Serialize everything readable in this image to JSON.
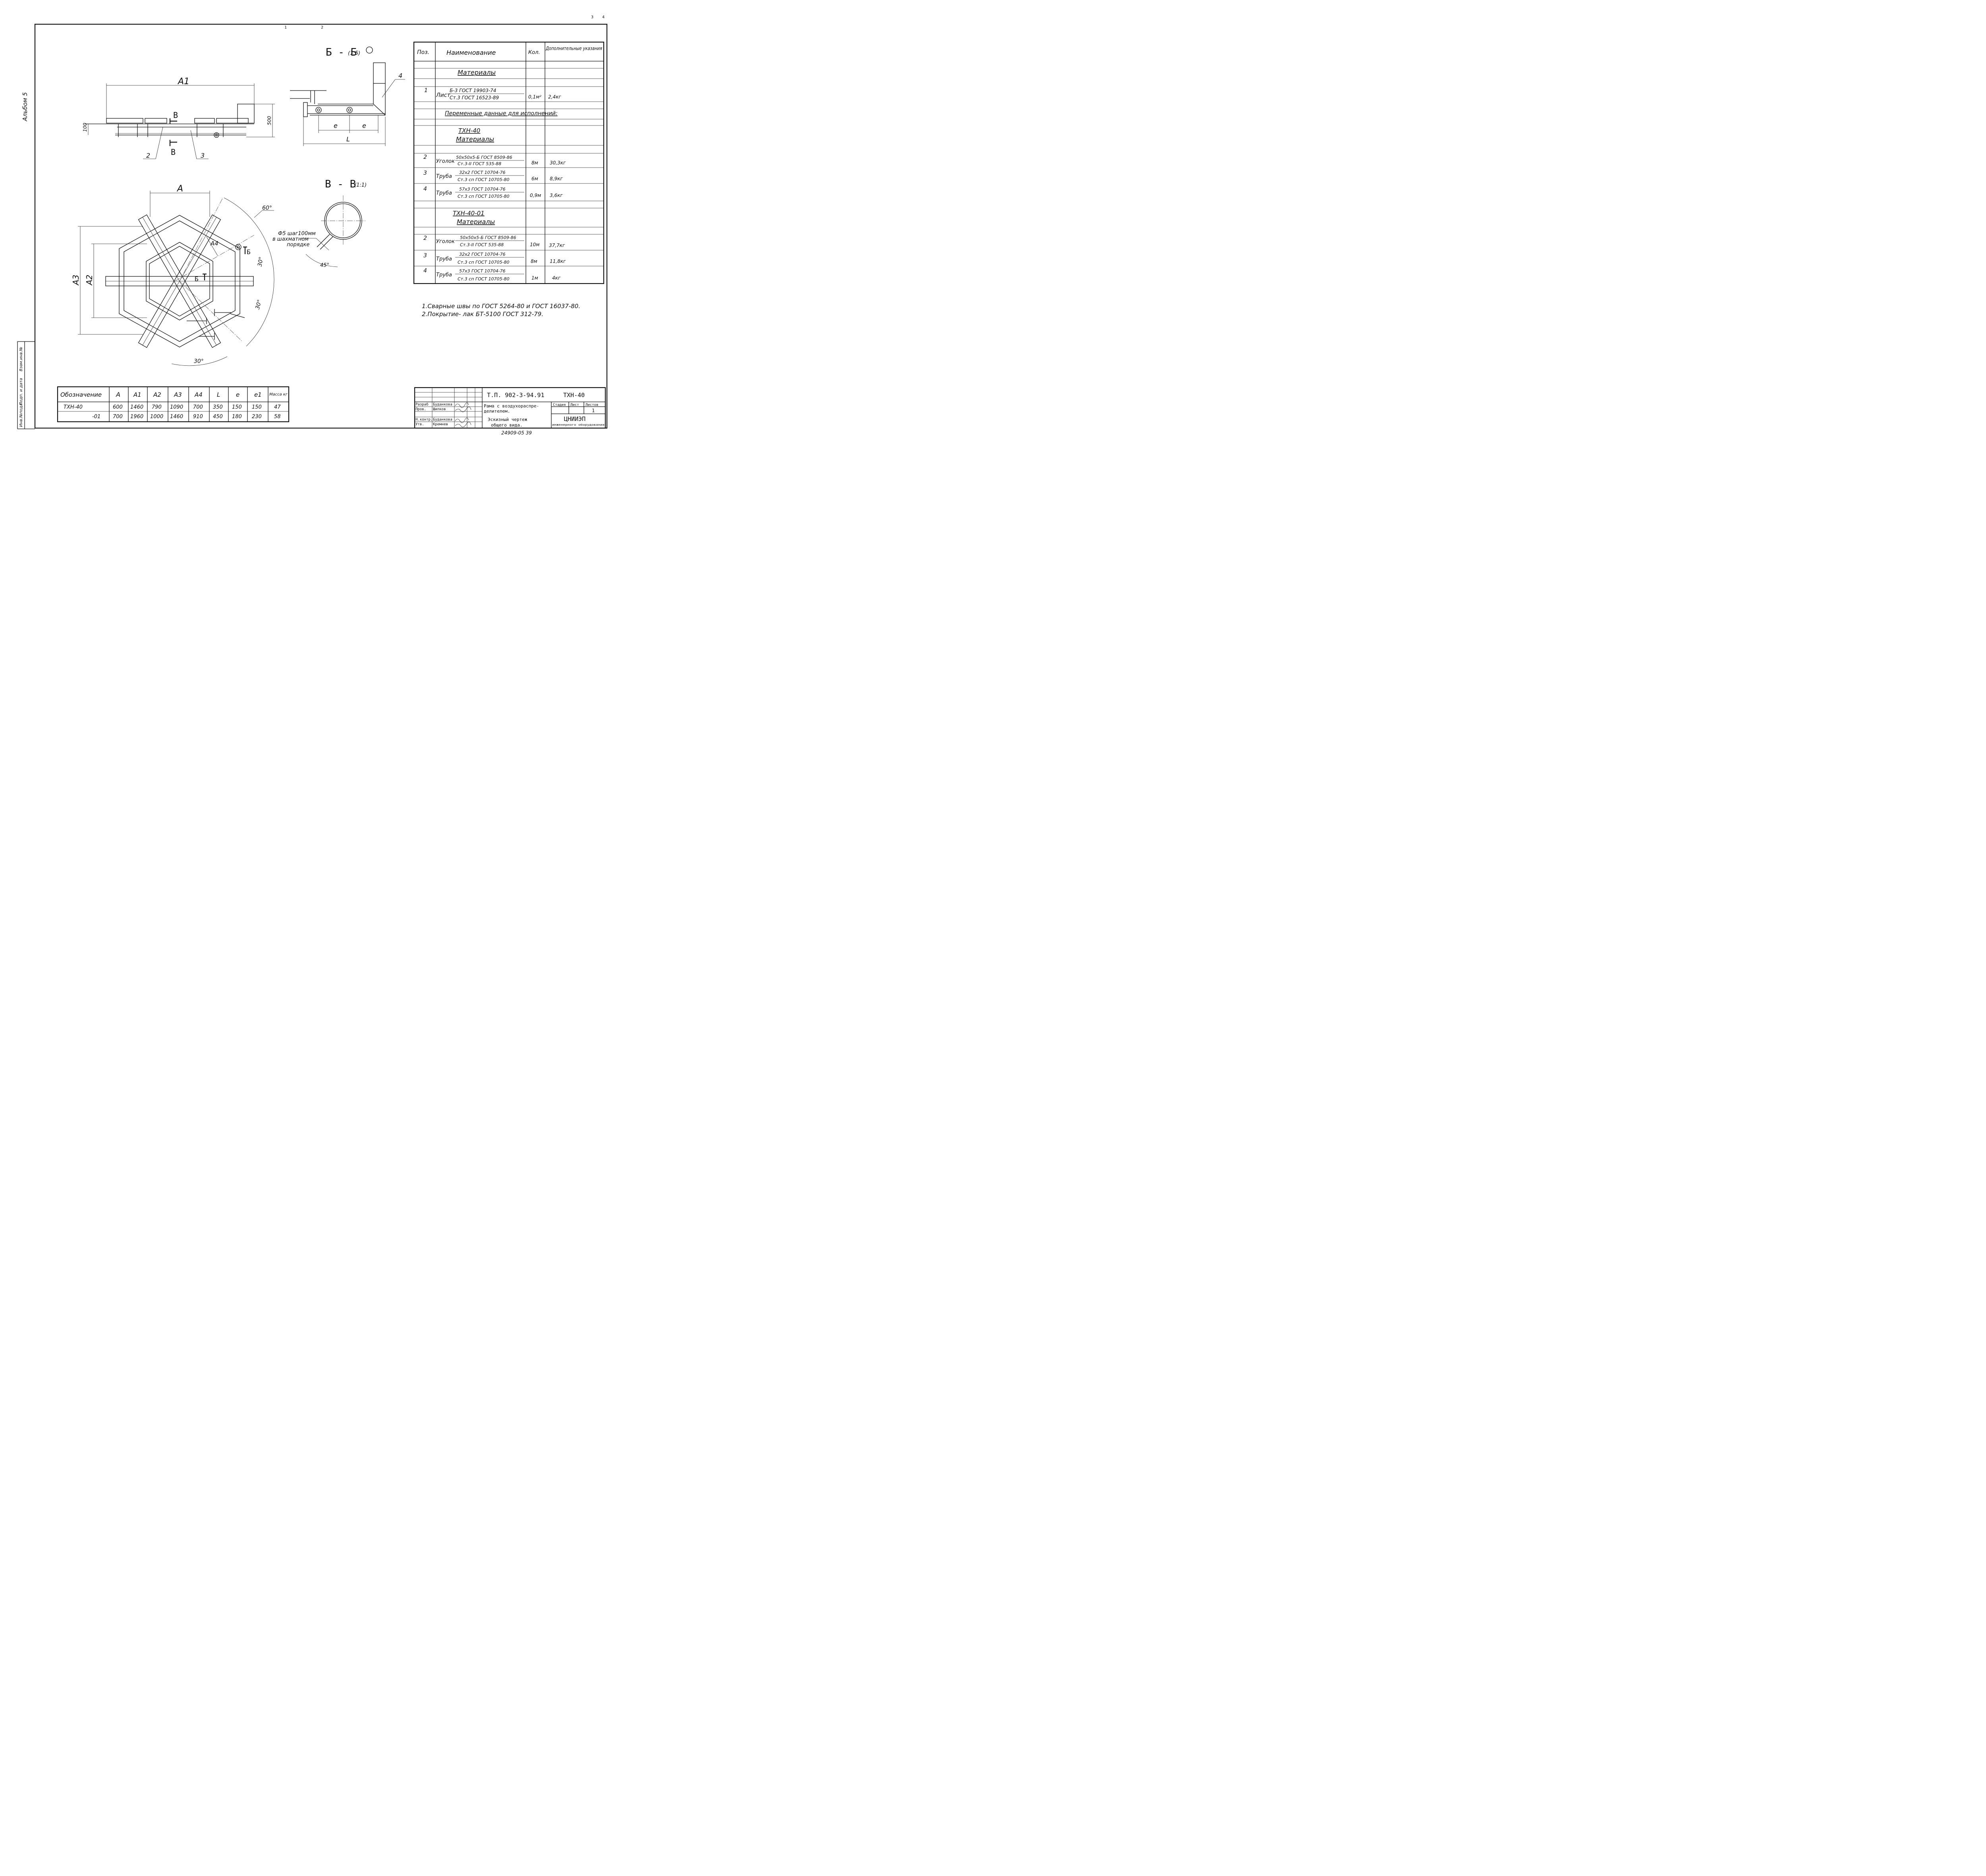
{
  "album_label": "Альбом 5",
  "side_strip": [
    "Инв.№подл.",
    "Подп. и дата",
    "Взам.инв.№"
  ],
  "drawing": {
    "callouts": [
      "1",
      "2",
      "3",
      "4"
    ],
    "top_view": {
      "dim_A1": "A1",
      "dim_100": "100",
      "dim_500": "500",
      "section_mark": "В",
      "pos_2": "2",
      "pos_3": "3"
    },
    "section_bb": {
      "title": "Б - Б",
      "scale": "(1:5)",
      "pos_4": "4",
      "dim_e1": "e",
      "dim_e2": "e",
      "dim_L": "L"
    },
    "section_vv": {
      "title": "В - В",
      "scale": "(1:1)",
      "note_line1": "Ф5 шаг100мм",
      "note_line2": "в шахматном",
      "note_line3": "порядке",
      "angle_45": "45°"
    },
    "plan_view": {
      "dim_A": "A",
      "dim_A2": "A2",
      "dim_A3": "A3",
      "dim_A4": "A4",
      "angle_60": "60°",
      "angle_30a": "30°",
      "angle_30b": "30°",
      "angle_30c": "30°",
      "section_b": "Б"
    }
  },
  "spec_table": {
    "headers": [
      "Поз.",
      "Наименование",
      "Кол.",
      "Дополнительные указания"
    ],
    "section_materials": "Материалы",
    "rows_main": [
      {
        "pos": "1",
        "name": "Лист",
        "line1": "Б-3 ГОСТ 19903-74",
        "line2": "Ст.3 ГОСТ 16523-89",
        "qty": "0,1м²",
        "note": "2,4кг"
      }
    ],
    "variable_header": "Переменные данные для исполнений:",
    "variant1": {
      "title": "ТХН-40",
      "materials": "Материалы",
      "rows": [
        {
          "pos": "2",
          "name": "Уголок",
          "line1": "50х50х5-Б ГОСТ 8509-86",
          "line2": "Ст.3-II ГОСТ 535-88",
          "qty": "8м",
          "note": "30,3кг"
        },
        {
          "pos": "3",
          "name": "Труба",
          "line1": "32х2 ГОСТ 10704-76",
          "line2": "Ст.3 сп ГОСТ 10705-80",
          "qty": "6м",
          "note": "8,9кг"
        },
        {
          "pos": "4",
          "name": "Труба",
          "line1": "57х3 ГОСТ 10704-76",
          "line2": "Ст.3 сп ГОСТ 10705-80",
          "qty": "0,9м",
          "note": "3,6кг"
        }
      ]
    },
    "variant2": {
      "title": "ТХН-40-01",
      "materials": "Материалы",
      "rows": [
        {
          "pos": "2",
          "name": "Уголок",
          "line1": "50х50х5-Б ГОСТ 8509-86",
          "line2": "Ст.3-II ГОСТ 535-88",
          "qty": "10м",
          "note": "37,7кг"
        },
        {
          "pos": "3",
          "name": "Труба",
          "line1": "32х2 ГОСТ 10704-76",
          "line2": "Ст.3 сп ГОСТ 10705-80",
          "qty": "8м",
          "note": "11,8кг"
        },
        {
          "pos": "4",
          "name": "Труба",
          "line1": "57х3 ГОСТ 10704-76",
          "line2": "Ст.3 сп ГОСТ 10705-80",
          "qty": "1м",
          "note": "4кг"
        }
      ]
    }
  },
  "notes": [
    "1.Сварные швы по ГОСТ 5264-80 и ГОСТ 16037-80.",
    "2.Покрытие- лак БТ-5100 ГОСТ 312-79."
  ],
  "dim_table": {
    "headers": [
      "Обозначение",
      "A",
      "A1",
      "A2",
      "A3",
      "A4",
      "L",
      "e",
      "e1",
      "Масса кг"
    ],
    "rows": [
      [
        "ТХН-40",
        "600",
        "1460",
        "790",
        "1090",
        "700",
        "350",
        "150",
        "150",
        "47"
      ],
      [
        "-01",
        "700",
        "1960",
        "1000",
        "1460",
        "910",
        "450",
        "180",
        "230",
        "58"
      ]
    ]
  },
  "title_block": {
    "doc_number": "Т.П. 902-3-94.91",
    "product": "ТХН-40",
    "roles": [
      "Разраб",
      "Пров.",
      "Н.контр.",
      "Утв."
    ],
    "names": [
      "Буданкова",
      "Шипков",
      "Буданкова",
      "Кремнев"
    ],
    "title_line1": "Рама с воздухораспре-",
    "title_line2": "делителем.",
    "title_line3": "Эскизный чертеж",
    "title_line4": "общего вида.",
    "col_stage": "Стадия",
    "col_sheet": "Лист",
    "col_sheets": "Листов",
    "sheet_value": "1",
    "org_name": "ЦНИИЭП",
    "org_sub": "инженерного оборудования",
    "archive_number": "24909-05 39"
  }
}
